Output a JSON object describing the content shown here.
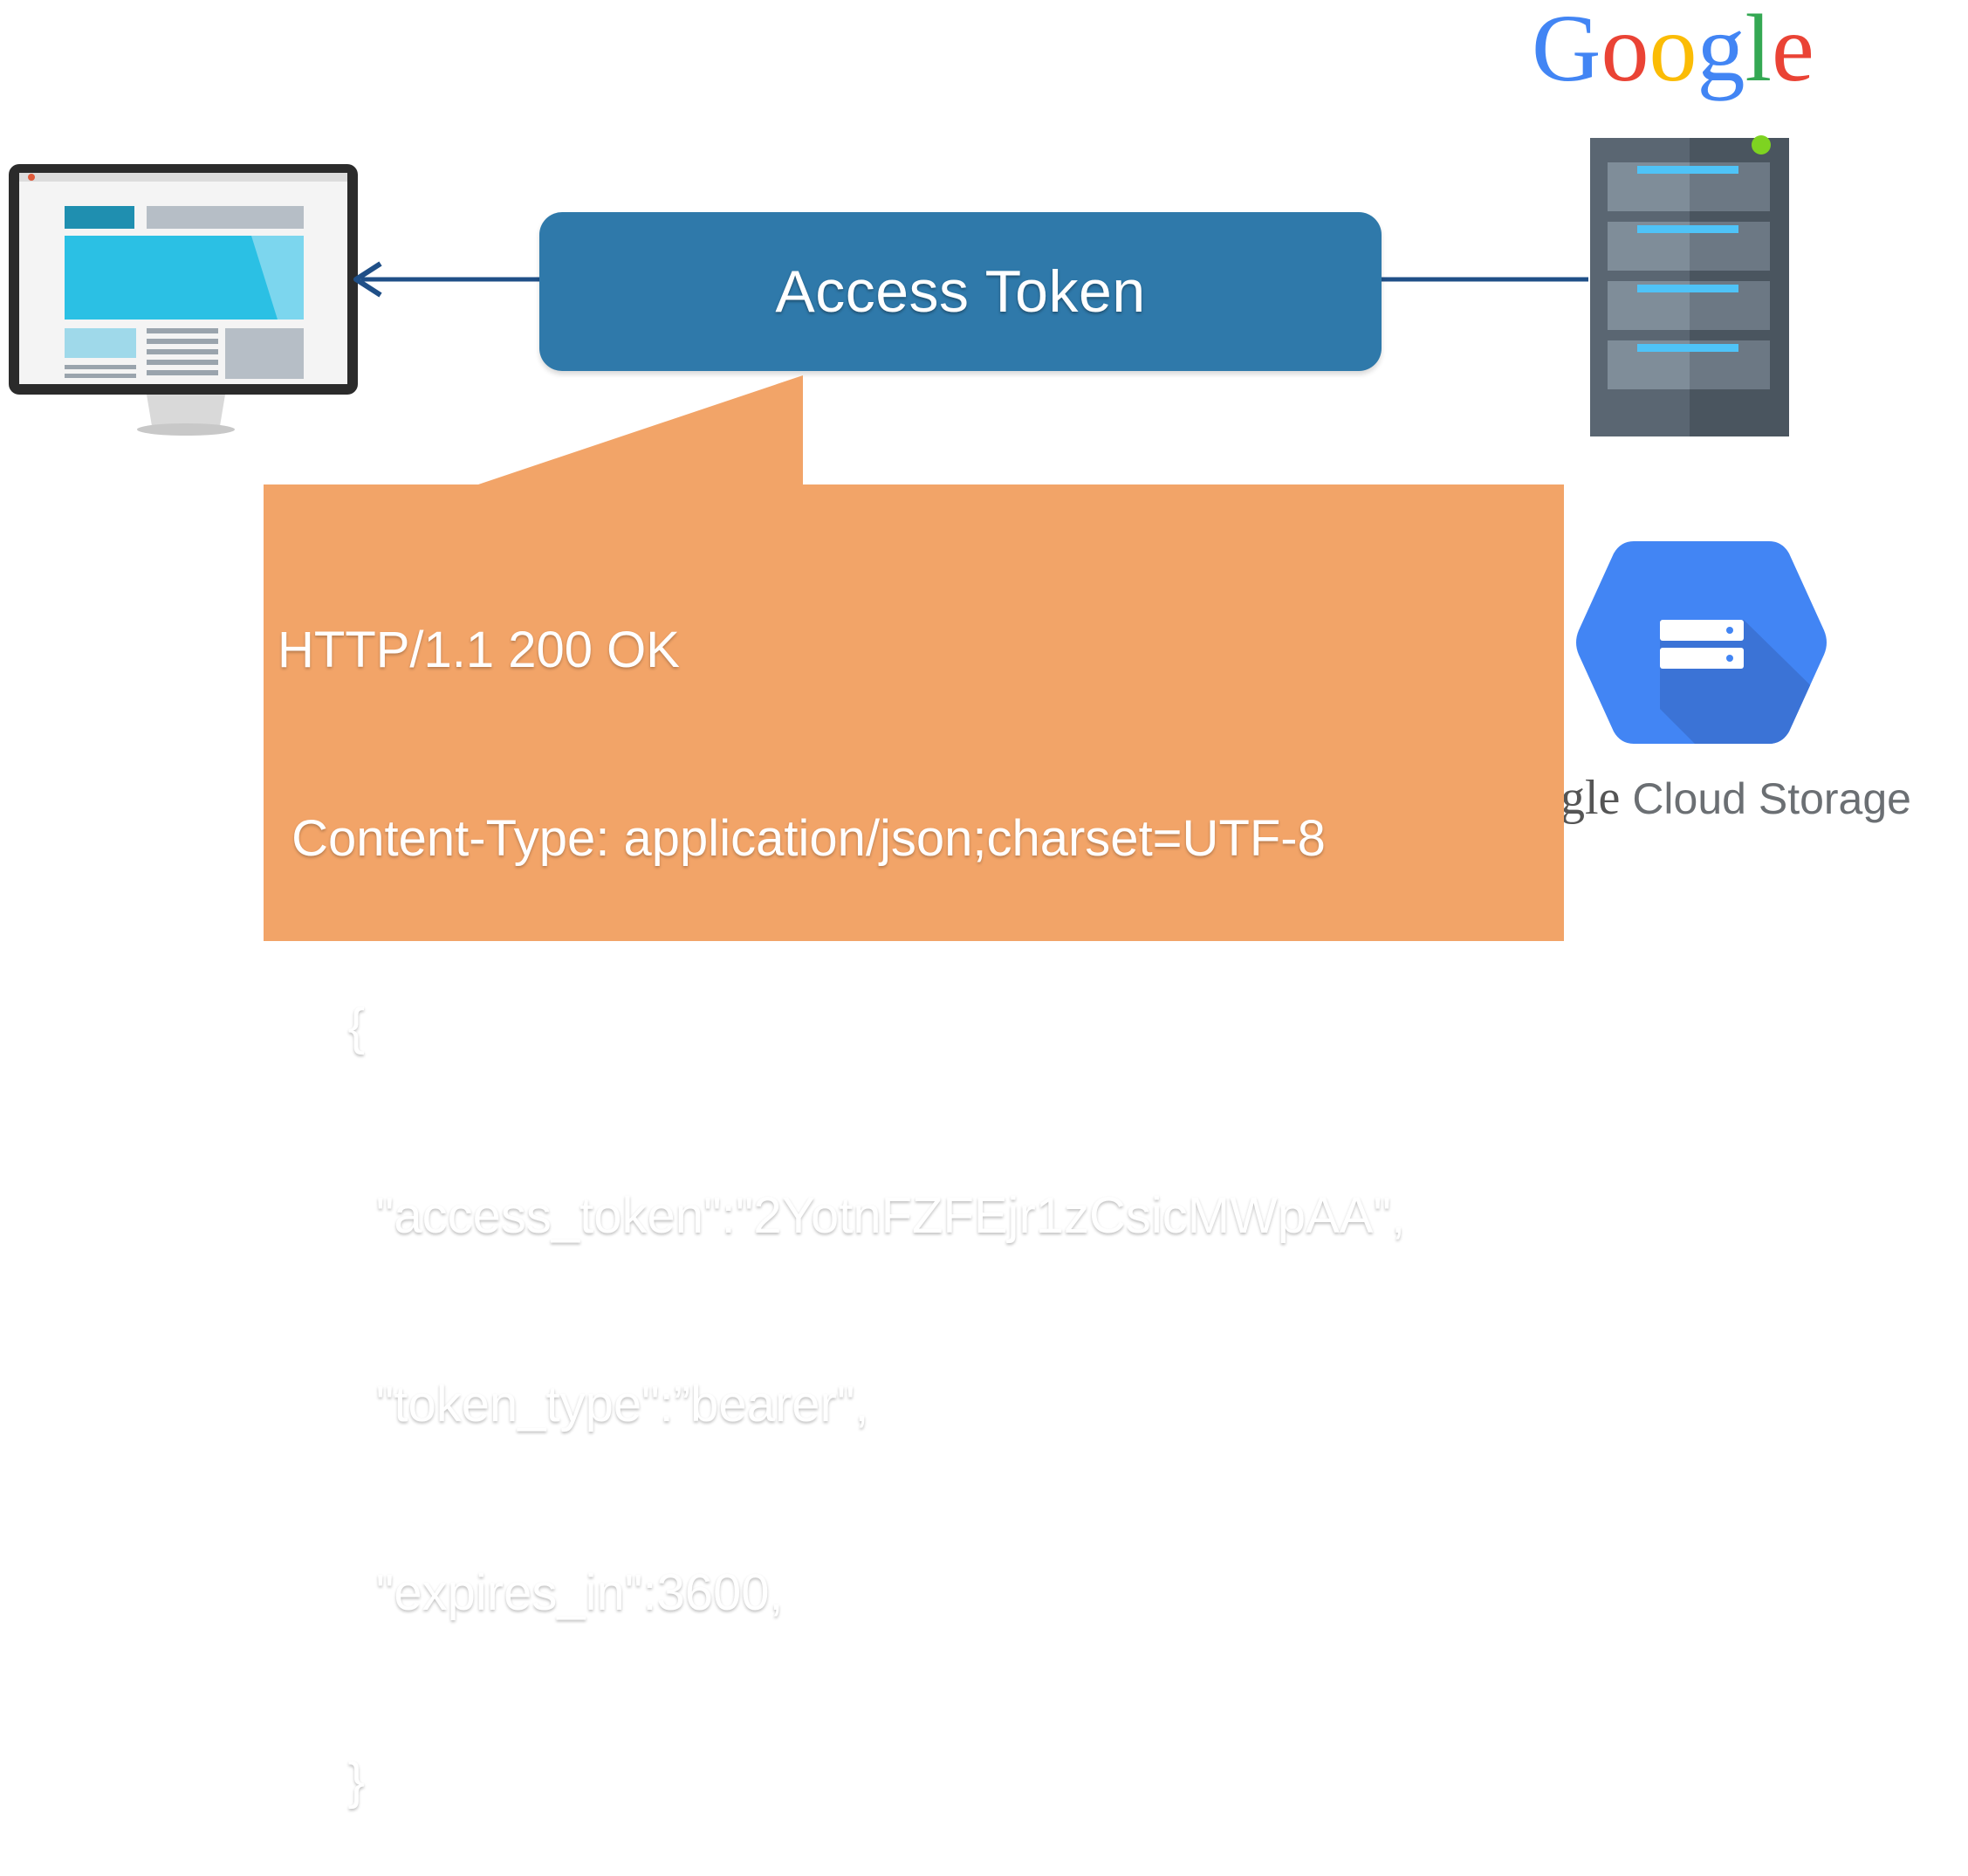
{
  "brand": {
    "google_logo_text": "Google",
    "logo_letters": [
      {
        "char": "G",
        "color": "#4285F4"
      },
      {
        "char": "o",
        "color": "#EA4335"
      },
      {
        "char": "o",
        "color": "#FBBC05"
      },
      {
        "char": "g",
        "color": "#4285F4"
      },
      {
        "char": "l",
        "color": "#34A853"
      },
      {
        "char": "e",
        "color": "#EA4335"
      }
    ]
  },
  "token": {
    "label": "Access Token",
    "color": "#2f79aa"
  },
  "response": {
    "color": "#f2a468",
    "lines": [
      "HTTP/1.1 200 OK",
      " Content-Type: application/json;charset=UTF-8",
      "     {",
      "       \"access_token\":\"2YotnFZFEjr1zCsicMWpAA\",",
      "       \"token_type\":”bearer\",",
      "       \"expires_in\":3600,",
      "     }"
    ]
  },
  "storage": {
    "label_brand": "ogle",
    "label_rest": " Cloud Storage",
    "icon": "cloud-storage-icon",
    "color": "#4285F4"
  },
  "icons": {
    "client": "monitor-icon",
    "server": "server-icon"
  }
}
